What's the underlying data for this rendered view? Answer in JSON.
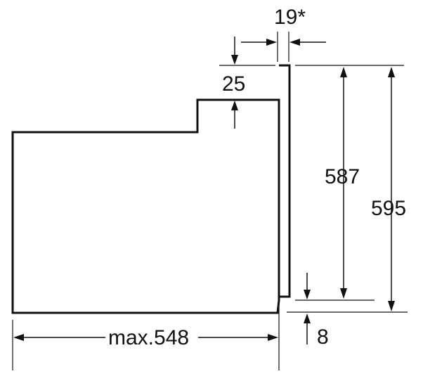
{
  "dimensions": {
    "panel_thickness": "19*",
    "step_height": "25",
    "inner_height": "587",
    "total_height": "595",
    "depth": "max.548",
    "bottom_offset": "8"
  }
}
